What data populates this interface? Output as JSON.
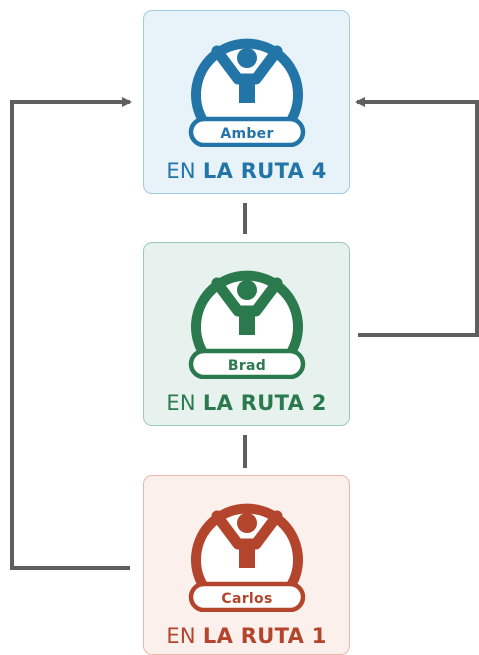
{
  "colors": {
    "blue": "#2375a8",
    "green": "#2b7a4e",
    "red": "#b2452c",
    "connector": "#5f5f5f"
  },
  "cards": [
    {
      "name": "Amber",
      "route_prefix": "EN",
      "route_label": "LA RUTA 4",
      "color": "blue",
      "icon": "person-arms-up-icon"
    },
    {
      "name": "Brad",
      "route_prefix": "EN",
      "route_label": "LA RUTA 2",
      "color": "green",
      "icon": "person-arms-up-icon"
    },
    {
      "name": "Carlos",
      "route_prefix": "EN",
      "route_label": "LA RUTA 1",
      "color": "red",
      "icon": "person-arms-up-icon"
    }
  ],
  "connections": [
    {
      "from": "Amber",
      "to": "Brad",
      "type": "line"
    },
    {
      "from": "Brad",
      "to": "Carlos",
      "type": "line"
    },
    {
      "from": "Brad",
      "to": "Amber",
      "type": "arrow"
    },
    {
      "from": "Carlos",
      "to": "Amber",
      "type": "arrow"
    }
  ]
}
